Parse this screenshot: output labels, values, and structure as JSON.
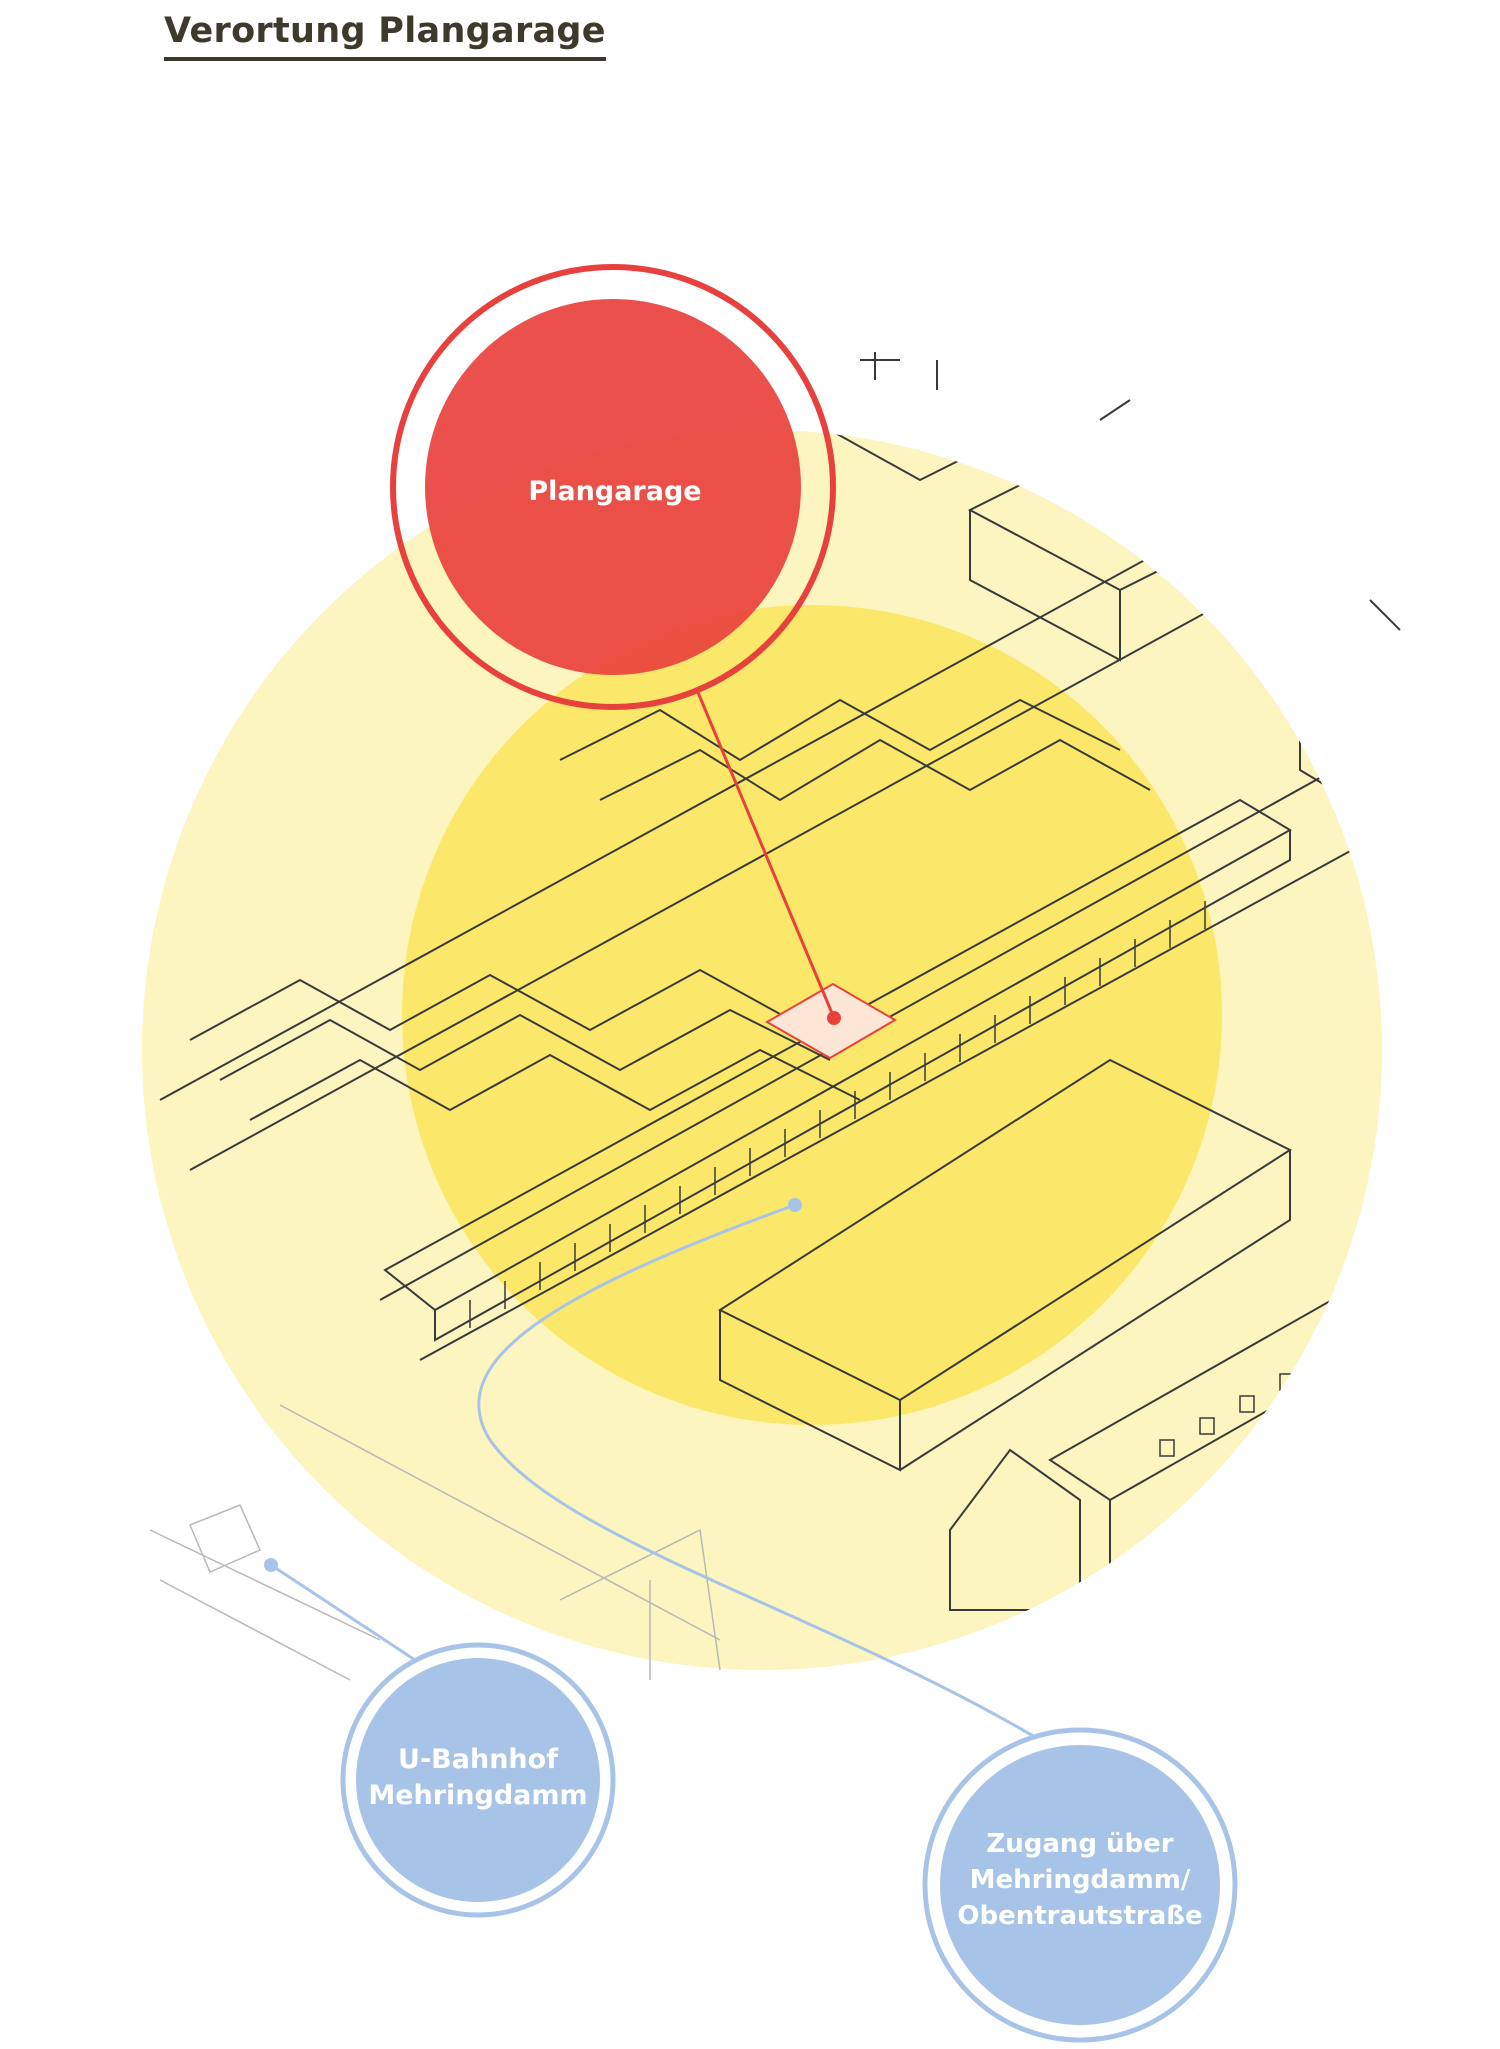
{
  "page": {
    "title": "Verortung Plangarage"
  },
  "callouts": {
    "plangarage": {
      "label": "Plangarage"
    },
    "ubahn": {
      "line1": "U-Bahnhof",
      "line2": "Mehringdamm"
    },
    "zugang": {
      "line1": "Zugang über",
      "line2": "Mehringdamm/",
      "line3": "Obentrautstraße"
    }
  },
  "colors": {
    "highlight_red": "#e8413d",
    "info_blue": "#a7c4e8",
    "outer_zone": "#fcf5bf",
    "inner_zone": "#fbe86a",
    "line": "#3a3a3a",
    "title": "#3d3a2c"
  }
}
